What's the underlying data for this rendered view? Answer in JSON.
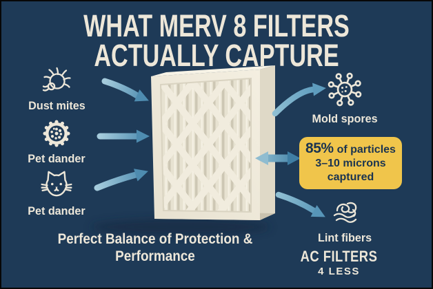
{
  "title": {
    "lines": [
      "WHAT MERV 8 FILTERS",
      "ACTUALLY CAPTURE"
    ]
  },
  "captured": [
    {
      "label": "Dust mites",
      "icon": "dust-mite-icon"
    },
    {
      "label": "Pet dander",
      "icon": "dander-particle-icon"
    },
    {
      "label": "Pet dander",
      "icon": "cat-face-icon"
    }
  ],
  "passed": [
    {
      "label": "Mold spores",
      "icon": "mold-spore-icon"
    },
    {
      "label": "Lint fibers",
      "icon": "lint-fibers-icon"
    }
  ],
  "callout": {
    "percent": "85%",
    "suffix": "of particles",
    "line2": "3–10 microns",
    "line3": "captured"
  },
  "tagline": {
    "lines": [
      "Perfect Balance of Protection &",
      "Performance"
    ]
  },
  "brand": {
    "name": "AC FILTERS",
    "sub": "4 LESS"
  },
  "colors": {
    "background": "#1E3A57",
    "text_cream": "#EDE7D9",
    "callout_bg": "#F0C54B",
    "callout_text": "#1B3450",
    "arrow_light": "#9DC5D8",
    "arrow_dark": "#4E8CB0",
    "filter_cream": "#EFE9DA"
  }
}
